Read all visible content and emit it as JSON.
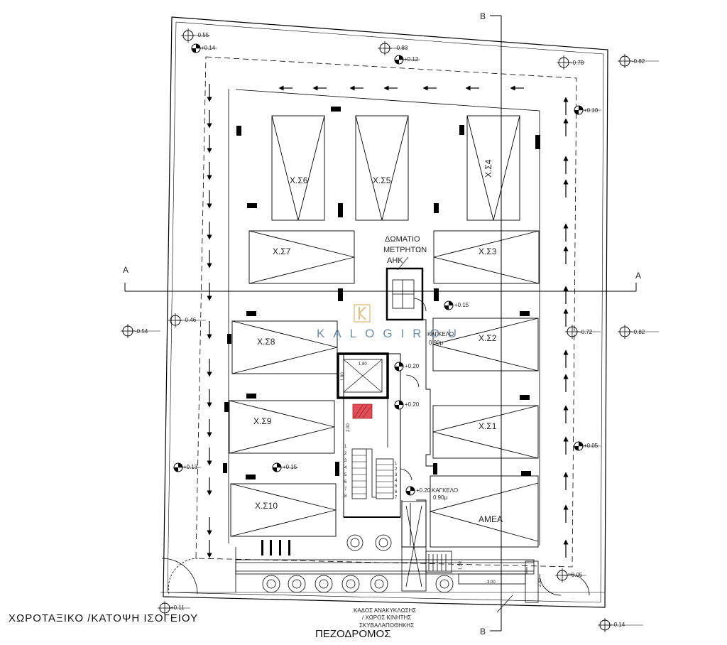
{
  "drawing": {
    "title": "ΧΩΡΟΤΑΞΙΚΟ /ΚΑΤΟΨΗ ΙΣΟΓΕΙΟΥ",
    "street_label": "ΠΕΖΟΔΡΟΜΟΣ",
    "watermark": "KALOGIROU",
    "section_markers": {
      "a_left": "A",
      "a_right": "A",
      "b_top": "B",
      "b_bottom": "B"
    }
  },
  "parking_spaces": {
    "xs4": "Χ.Σ4",
    "xs5": "Χ.Σ5",
    "xs6": "Χ.Σ6",
    "xs7": "Χ.Σ7",
    "xs3": "Χ.Σ3",
    "xs8": "Χ.Σ8",
    "xs2": "Χ.Σ2",
    "xs9": "Χ.Σ9",
    "xs1": "Χ.Σ1",
    "xs10": "Χ.Σ10",
    "amea": "ΑΜΕΑ"
  },
  "rooms": {
    "meter_room_line1": "ΔΩΜΑΤΙΟ",
    "meter_room_line2": "ΜΕΤΡΗΤΩΝ",
    "meter_room_line3": "ΑΗΚ",
    "gate1_line1": "ΚΑΓΚΕΛΟ",
    "gate1_line2": "0.90μ",
    "gate2_line1": "ΚΑΓΚΕΛΟ",
    "gate2_line2": "0.90μ",
    "recycling_line1": "ΚΑΔΟΣ ΑΝΑΚΥΚΛΩΣΗΣ",
    "recycling_line2": "/ ΧΩΡΟΣ ΚΙΝΗΤΗΣ",
    "recycling_line3": "ΣΚΥΒΑΛΑΠΟΘΗΚΗΣ"
  },
  "dimensions": {
    "lift_w": "1.80",
    "lift_h": "1.80",
    "stair_w": "2.00",
    "ramp_len": "3.00",
    "ramp_w": "2.00",
    "ramp_h": "1.50"
  },
  "levels": {
    "l01": "-0.55",
    "l02": "+0.14",
    "l03": "-0.83",
    "l04": "+0.12",
    "l05": "-0.78",
    "l06": "-0.82",
    "l07": "+0.10",
    "l08": "-0.46",
    "l09": "-0.54",
    "l10": "+0.15",
    "l11": "-0.72",
    "l12": "-0.82",
    "l13": "+0.20",
    "l14": "+0.20",
    "l15": "+0.05",
    "l16": "+0.13",
    "l17": "+0.15",
    "l18": "+0.20",
    "l19": "-0.05",
    "l20": "+0.11",
    "l21": "-0.14"
  },
  "stair_steps": [
    "1",
    "2",
    "3",
    "4",
    "5",
    "6",
    "7",
    "8"
  ]
}
